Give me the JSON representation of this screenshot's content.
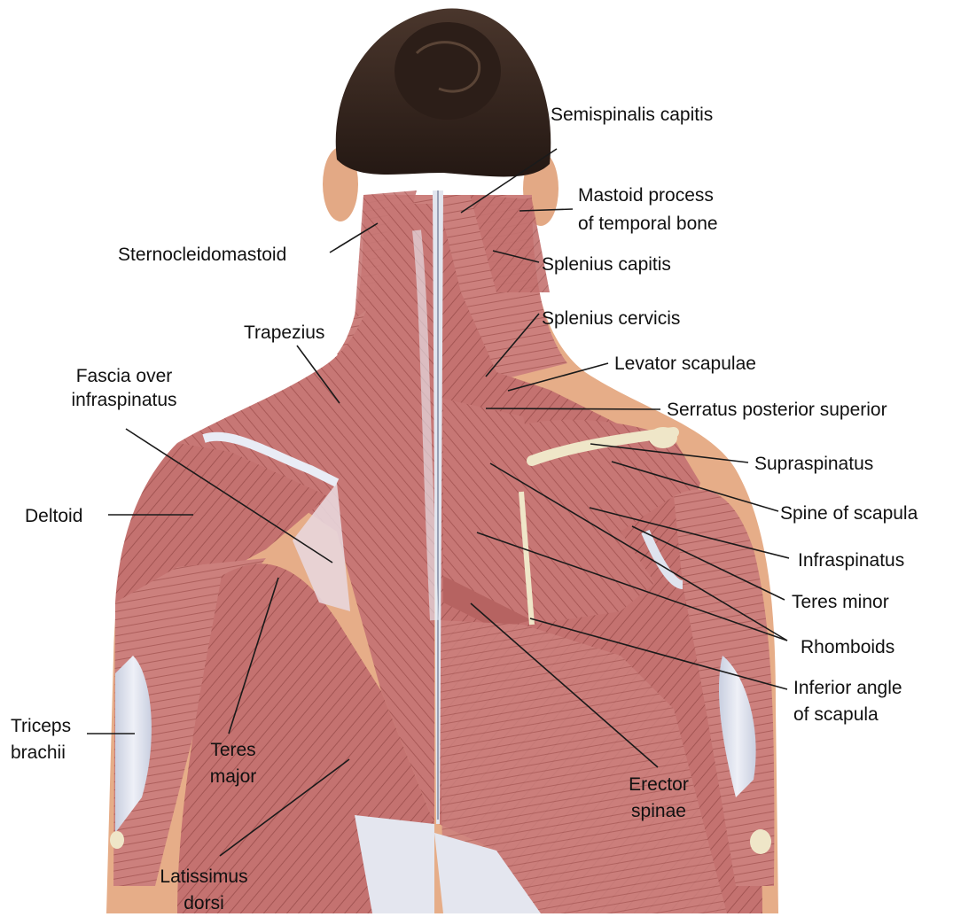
{
  "labels": {
    "semispinalis": "Semispinalis capitis",
    "mastoid_1": "Mastoid process",
    "mastoid_2": "of temporal bone",
    "scm": "Sternocleidomastoid",
    "splenius_capitis": "Splenius capitis",
    "splenius_cervicis": "Splenius cervicis",
    "trapezius": "Trapezius",
    "levator": "Levator scapulae",
    "fascia_1": "Fascia over",
    "fascia_2": "infraspinatus",
    "serratus": "Serratus posterior superior",
    "supraspinatus": "Supraspinatus",
    "deltoid": "Deltoid",
    "spine_scapula": "Spine of scapula",
    "infraspinatus": "Infraspinatus",
    "teres_minor": "Teres minor",
    "rhomboids": "Rhomboids",
    "inferior_1": "Inferior angle",
    "inferior_2": "of scapula",
    "triceps_1": "Triceps",
    "triceps_2": "brachii",
    "teres_major_1": "Teres",
    "teres_major_2": "major",
    "erector_1": "Erector",
    "erector_2": "spinae",
    "latissimus_1": "Latissimus",
    "latissimus_2": "dorsi"
  },
  "colors": {
    "muscle": "#c97a78",
    "muscle_dark": "#a85654",
    "skin": "#e9b48e",
    "hair": "#3a2a22",
    "tendon": "#dfe3ee",
    "bone": "#efe6c8",
    "leader": "#1a1a1a"
  }
}
